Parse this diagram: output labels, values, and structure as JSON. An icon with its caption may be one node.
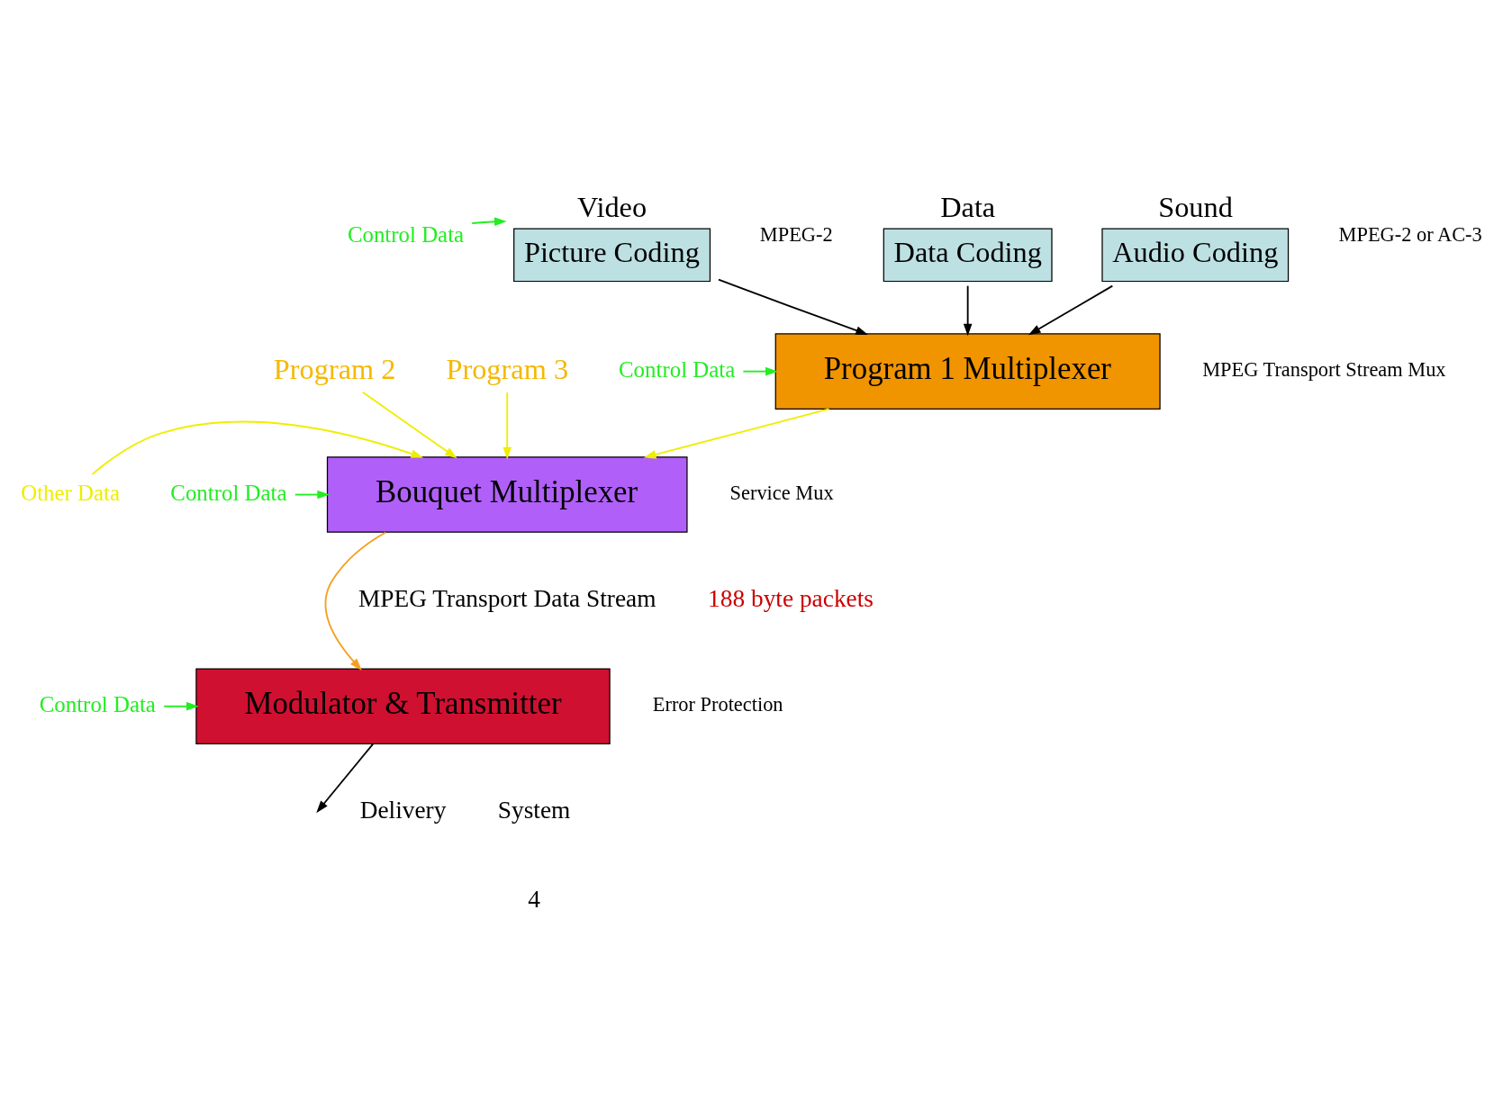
{
  "diagram": {
    "nodes": [
      {
        "text": [
          "Video",
          "Picture Coding"
        ],
        "beside": [
          "MPEG-2"
        ]
      },
      {
        "text": [
          "Data",
          "Data Coding"
        ]
      },
      {
        "text": [
          "Sound",
          "Audio Coding"
        ],
        "beside": [
          "MPEG-2 or AC-3"
        ]
      },
      {
        "text": [
          "Control Data"
        ]
      },
      {
        "text": [
          "Program 1 Multiplexer"
        ],
        "beside": [
          "MPEG Transport Stream Mux"
        ]
      },
      {
        "text": [
          "Control Data"
        ]
      },
      {
        "text": [
          "Program 2"
        ]
      },
      {
        "text": [
          "Program 3"
        ]
      },
      {
        "text": [
          "Bouquet Multiplexer"
        ],
        "beside": [
          "Service Mux"
        ]
      },
      {
        "text": [
          "Other Data"
        ]
      },
      {
        "text": [
          "Control Data"
        ]
      },
      {
        "text": [
          "Modulator & Transmitter"
        ],
        "beside": [
          "Error Protection"
        ]
      },
      {
        "text": [
          "Control Data"
        ]
      }
    ],
    "edges": [
      {
        "from": 3,
        "to": 0,
        "arrow": "to",
        "color": "#22ee22"
      },
      {
        "from": 0,
        "to": 4,
        "arrow": "to",
        "color": "#000000"
      },
      {
        "from": 1,
        "to": 4,
        "arrow": "to",
        "color": "#000000"
      },
      {
        "from": 2,
        "to": 4,
        "arrow": "to",
        "color": "#000000"
      },
      {
        "from": 5,
        "to": 4,
        "arrow": "to",
        "color": "#22ee22"
      },
      {
        "from": 6,
        "to": 8,
        "arrow": "to",
        "color": "#eeee00"
      },
      {
        "from": 4,
        "to": 8,
        "arrow": "to",
        "color": "#eeee00"
      },
      {
        "from": 7,
        "to": 8,
        "arrow": "to",
        "color": "#eeee00"
      },
      {
        "from": 9,
        "to": 8,
        "arrow": "to",
        "color": "#eeee00"
      },
      {
        "from": 10,
        "to": 8,
        "arrow": "to",
        "color": "#22ee22"
      },
      {
        "from": 8,
        "to": 11,
        "arrow": "to",
        "color": "#f5a020"
      },
      {
        "from": 12,
        "to": 11,
        "arrow": "to",
        "color": "#22ee22"
      },
      {
        "from": 11,
        "to": null,
        "arrow": "to",
        "color": "#000000"
      }
    ],
    "labels": [
      "MPEG Transport Data Stream",
      "188 byte packets",
      "Delivery",
      "System",
      "4"
    ]
  }
}
